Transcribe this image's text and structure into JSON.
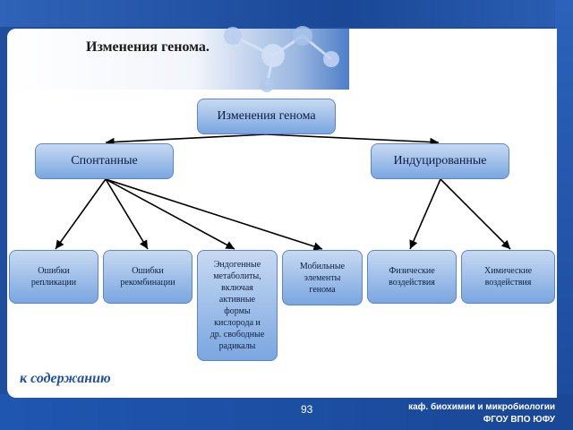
{
  "slide": {
    "title": "Изменения генома.",
    "page_number": "93",
    "footer_line1": "каф. биохимии и микробиологии",
    "footer_line2": "ФГОУ ВПО ЮФУ",
    "contents_link": "к  содержанию"
  },
  "diagram": {
    "root": "Изменения генома",
    "branches": [
      {
        "label": "Спонтанные"
      },
      {
        "label": "Индуцированные"
      }
    ],
    "leaves": [
      {
        "lines": [
          "Ошибки",
          "репликации"
        ]
      },
      {
        "lines": [
          "Ошибки",
          "рекомбинации"
        ]
      },
      {
        "lines": [
          "Эндогенные",
          "метаболиты,",
          "включая",
          "активные",
          "формы",
          "кислорода и",
          "др. свободные",
          "радикалы"
        ]
      },
      {
        "lines": [
          "Мобильные",
          "элементы",
          "генома"
        ]
      },
      {
        "lines": [
          "Физические",
          "воздействия"
        ]
      },
      {
        "lines": [
          "Химические",
          "воздействия"
        ]
      }
    ]
  },
  "colors": {
    "frame": "#1e4e9c",
    "node_top": "#c7d9f2",
    "node_bottom": "#7aa6e0",
    "link": "#1f4fa8"
  }
}
